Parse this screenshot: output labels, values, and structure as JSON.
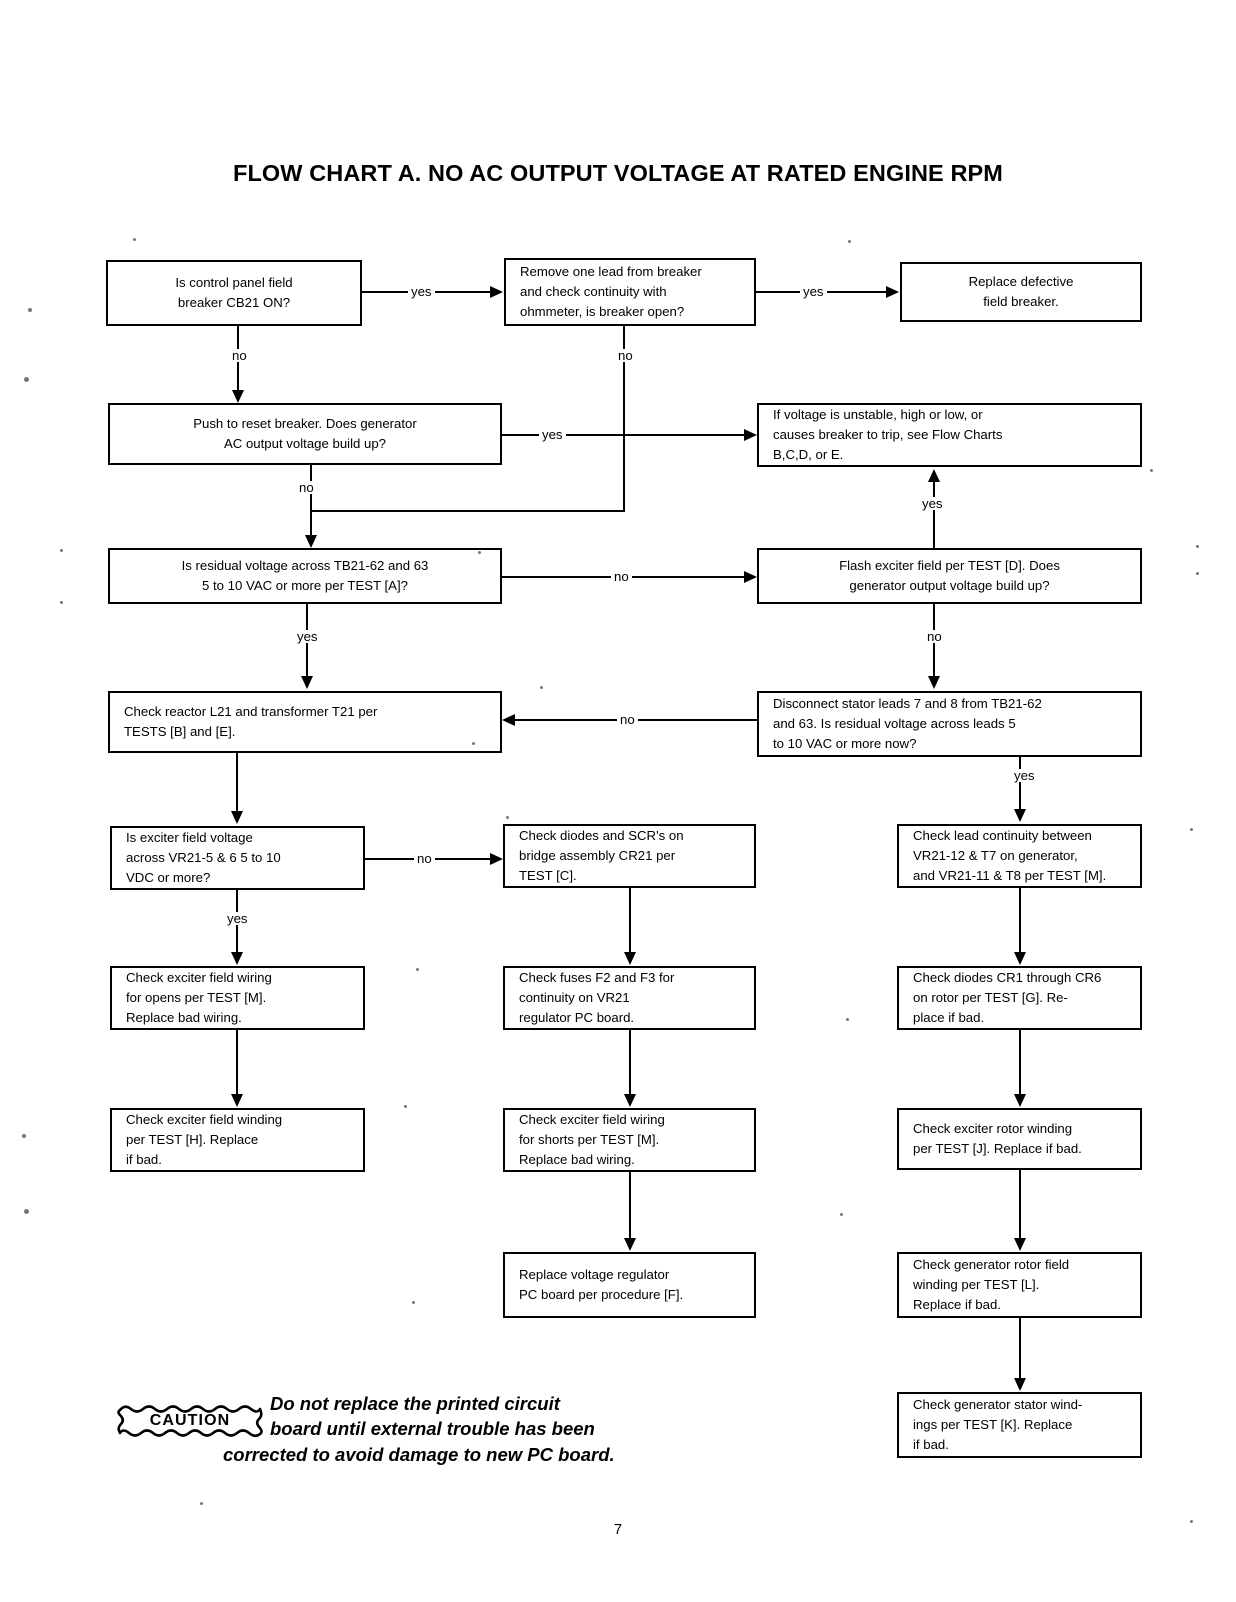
{
  "document": {
    "title": "FLOW CHART A. NO AC OUTPUT VOLTAGE AT RATED ENGINE RPM",
    "page_number": "7"
  },
  "nodes": {
    "n1": {
      "id": "n1",
      "text": "Is control panel field\nbreaker CB21 ON?"
    },
    "n2": {
      "id": "n2",
      "text": "Remove one lead from breaker\nand check continuity with\nohmmeter, is breaker open?"
    },
    "n3": {
      "id": "n3",
      "text": "Replace defective\nfield breaker."
    },
    "n4": {
      "id": "n4",
      "text": "Push to reset breaker. Does generator\nAC output voltage build up?"
    },
    "n5": {
      "id": "n5",
      "text": "If voltage is unstable, high or low, or\ncauses breaker to trip, see Flow Charts\nB,C,D, or E."
    },
    "n6": {
      "id": "n6",
      "text": "Is residual voltage across TB21-62 and 63\n5 to 10 VAC or more per  TEST [A]?"
    },
    "n7": {
      "id": "n7",
      "text": "Flash exciter field per TEST [D]. Does\ngenerator output voltage build up?"
    },
    "n8": {
      "id": "n8",
      "text": "Check reactor L21 and transformer T21 per\nTESTS [B] and [E]."
    },
    "n9": {
      "id": "n9",
      "text": "Disconnect stator leads 7 and 8 from TB21-62\nand 63. Is residual voltage across leads 5\nto 10 VAC or more now?"
    },
    "n10": {
      "id": "n10",
      "text": "Is exciter field voltage\nacross VR21-5 & 6   5 to 10\nVDC or more?"
    },
    "n11": {
      "id": "n11",
      "text": "Check diodes and SCR's on\nbridge assembly CR21 per\nTEST [C]."
    },
    "n12": {
      "id": "n12",
      "text": "Check lead continuity between\nVR21-12 & T7 on generator,\nand VR21-11 & T8 per TEST [M]."
    },
    "n13": {
      "id": "n13",
      "text": "Check exciter field wiring\nfor opens per TEST [M].\nReplace bad wiring."
    },
    "n14": {
      "id": "n14",
      "text": "Check fuses F2 and F3 for\ncontinuity on VR21\nregulator PC board."
    },
    "n15": {
      "id": "n15",
      "text": "Check diodes CR1 through CR6\non rotor per TEST [G]. Re-\nplace if bad."
    },
    "n16": {
      "id": "n16",
      "text": "Check exciter field winding\nper TEST [H]. Replace\nif bad."
    },
    "n17": {
      "id": "n17",
      "text": "Check exciter field wiring\nfor shorts per TEST [M].\nReplace bad wiring."
    },
    "n18": {
      "id": "n18",
      "text": "Check exciter rotor winding\nper TEST [J]. Replace if bad."
    },
    "n19": {
      "id": "n19",
      "text": "Replace voltage regulator\nPC board per procedure [F]."
    },
    "n20": {
      "id": "n20",
      "text": "Check generator rotor field\nwinding per TEST [L].\nReplace if bad."
    },
    "n21": {
      "id": "n21",
      "text": "Check generator stator wind-\nings per TEST [K]. Replace\nif bad."
    }
  },
  "edge_labels": {
    "e1": "yes",
    "e2": "yes",
    "e3": "no",
    "e4": "no",
    "e5": "yes",
    "e6": "no",
    "e7": "yes",
    "e8": "no",
    "e9": "yes",
    "e10": "no",
    "e11": "no",
    "e12": "yes",
    "e13": "no"
  },
  "caution": {
    "badge": "CAUTION",
    "line1": "Do not replace the printed circuit",
    "line2": "board until external trouble has been",
    "line3": "corrected to avoid damage to new PC board."
  },
  "colors": {
    "ink": "#000000",
    "paper": "#ffffff"
  }
}
